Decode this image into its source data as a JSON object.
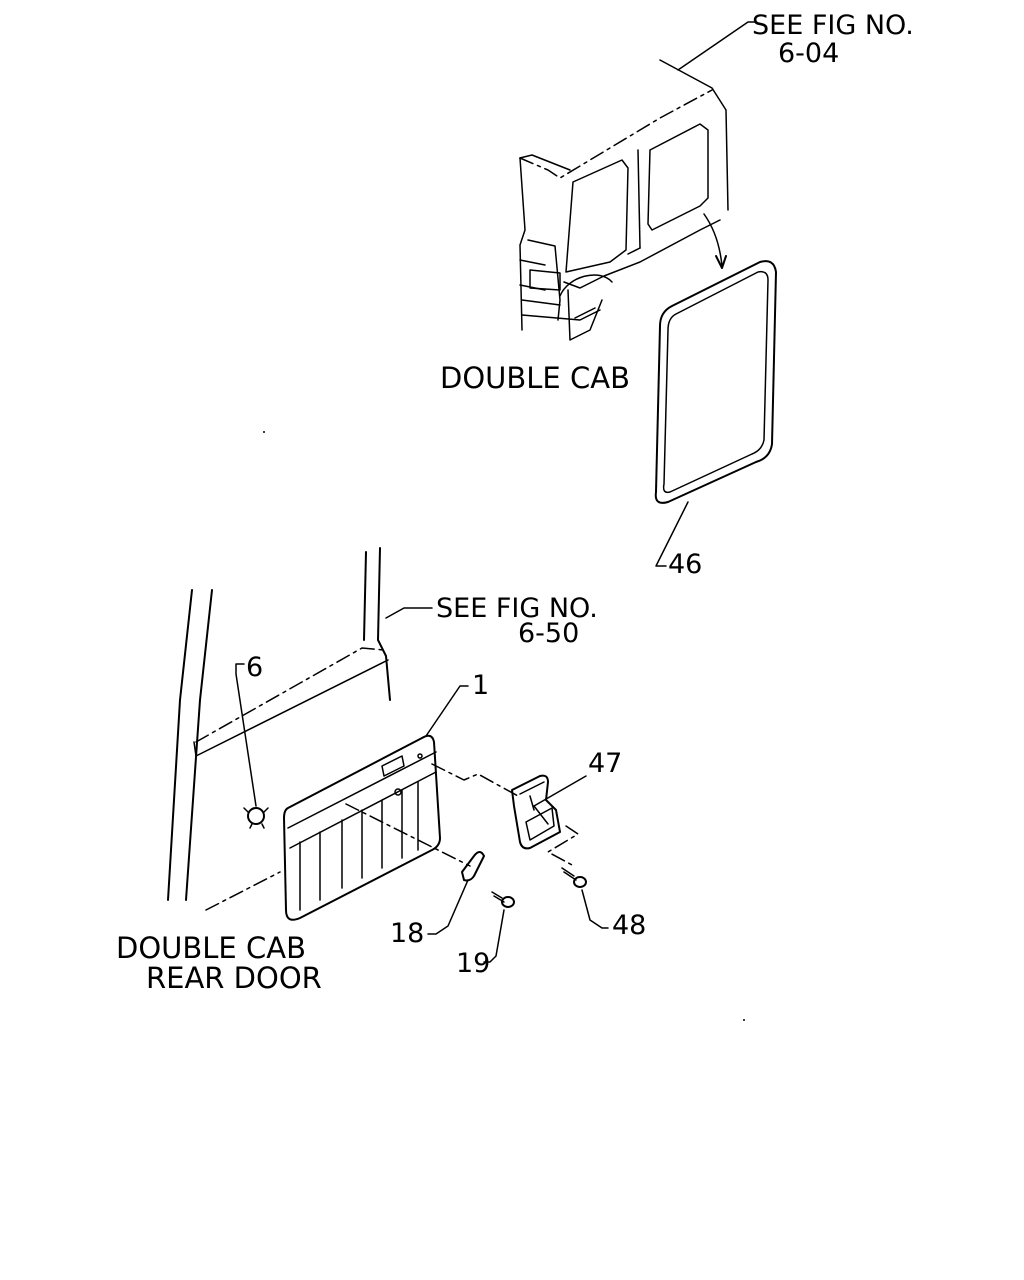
{
  "labels": {
    "see_fig_top_line1": "SEE FIG NO.",
    "see_fig_top_line2": "6-04",
    "double_cab_top": "DOUBLE CAB",
    "see_fig_mid_line1": "SEE FIG NO.",
    "see_fig_mid_line2": "6-50",
    "double_cab_rear_line1": "DOUBLE CAB",
    "double_cab_rear_line2": "REAR DOOR"
  },
  "callouts": {
    "p46": "46",
    "p6": "6",
    "p1": "1",
    "p47": "47",
    "p18": "18",
    "p19": "19",
    "p48": "48"
  }
}
